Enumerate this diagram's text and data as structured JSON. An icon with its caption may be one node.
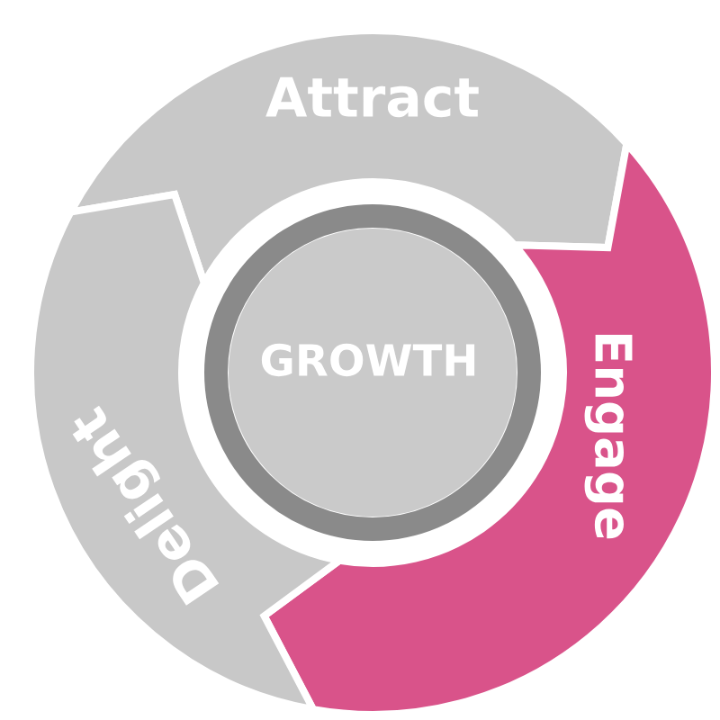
{
  "diagram": {
    "nodes": [
      {
        "text": [
          "GROWTH"
        ]
      },
      {
        "text": [
          "Attract"
        ]
      },
      {
        "text": [
          "Engage"
        ]
      },
      {
        "text": [
          "Delight"
        ]
      }
    ]
  }
}
